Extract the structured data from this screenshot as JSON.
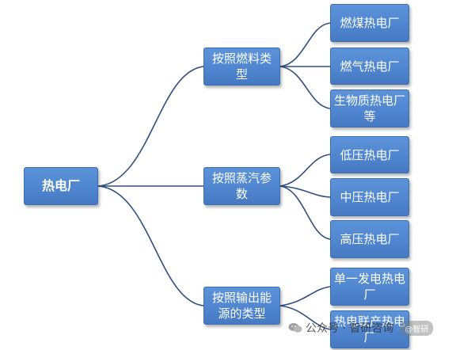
{
  "diagram": {
    "root": {
      "label": "热电厂"
    },
    "branches": [
      {
        "label": "按照燃料类型",
        "children": [
          "燃煤热电厂",
          "燃气热电厂",
          "生物质热电厂等"
        ]
      },
      {
        "label": "按照蒸汽参数",
        "children": [
          "低压热电厂",
          "中压热电厂",
          "高压热电厂"
        ]
      },
      {
        "label": "按照输出能源的类型",
        "children": [
          "单一发电热电厂",
          "热电联产热电厂"
        ]
      }
    ],
    "connector_color": "#2f4f7f",
    "node_color": "#4f86cf"
  },
  "watermark": {
    "text": "公众号 · 智研咨询",
    "badge": "@智研"
  }
}
